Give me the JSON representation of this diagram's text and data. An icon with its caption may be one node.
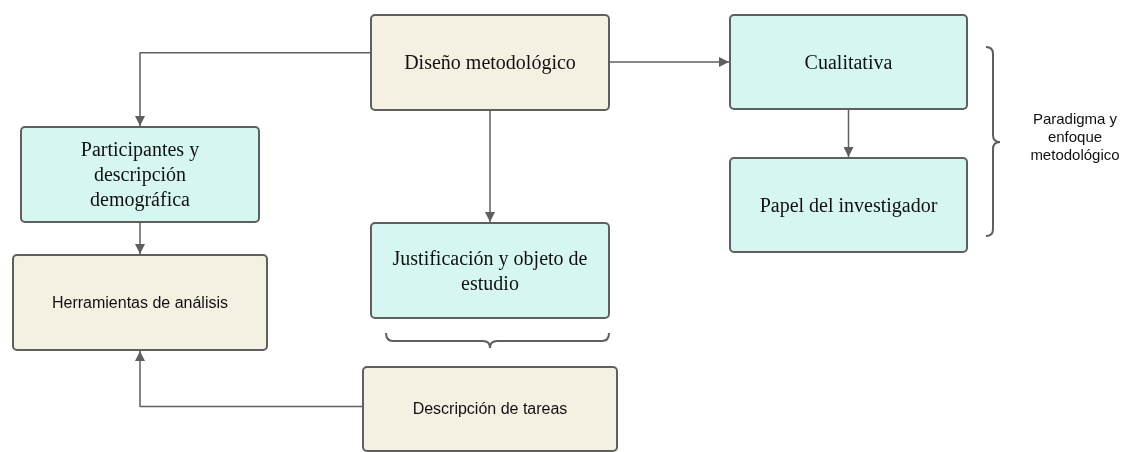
{
  "diagram": {
    "nodes": [
      {
        "text": [
          "Diseño metodológico"
        ]
      },
      {
        "text": [
          "Cualitativa"
        ]
      },
      {
        "text": [
          "Participantes  y descripción demográfica"
        ]
      },
      {
        "text": [
          "Papel del investigador"
        ]
      },
      {
        "text": [
          "Herramientas de análisis"
        ]
      },
      {
        "text": [
          "Justificación y objeto de estudio"
        ]
      },
      {
        "text": [
          "Descripción de tareas"
        ]
      }
    ],
    "edges": [
      {
        "from": 0,
        "to": 2,
        "arrow": "to"
      },
      {
        "from": 0,
        "to": 5,
        "arrow": "to"
      },
      {
        "from": 0,
        "to": 1,
        "arrow": "to"
      },
      {
        "from": 1,
        "to": 3,
        "arrow": "to"
      },
      {
        "from": 2,
        "to": 4,
        "arrow": "to"
      },
      {
        "from": 6,
        "to": 4,
        "arrow": "to"
      }
    ],
    "labels": [
      "Paradigma y enfoque metodológico"
    ]
  }
}
